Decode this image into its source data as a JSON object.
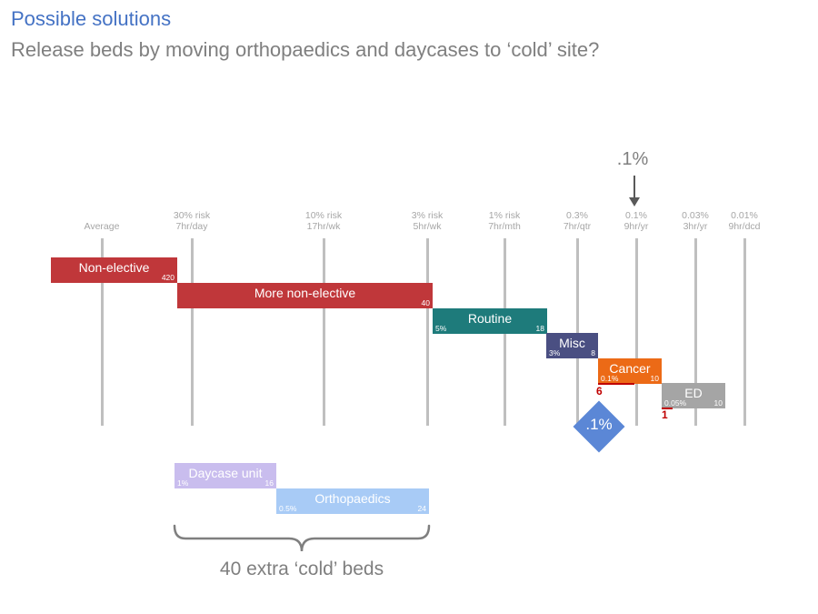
{
  "header": {
    "title": "Possible solutions",
    "subtitle": "Release beds by moving orthopaedics and daycases to ‘cold’ site?"
  },
  "columns": [
    {
      "line1": "",
      "line2": "Average"
    },
    {
      "line1": "30% risk",
      "line2": "7hr/day"
    },
    {
      "line1": "10% risk",
      "line2": "17hr/wk"
    },
    {
      "line1": "3% risk",
      "line2": "5hr/wk"
    },
    {
      "line1": "1% risk",
      "line2": "7hr/mth"
    },
    {
      "line1": "0.3%",
      "line2": "7hr/qtr"
    },
    {
      "line1": "0.1%",
      "line2": "9hr/yr"
    },
    {
      "line1": "0.03%",
      "line2": "3hr/yr"
    },
    {
      "line1": "0.01%",
      "line2": "9hr/dcd"
    }
  ],
  "bars": {
    "non_elective": {
      "name": "Non-elective",
      "pct": "",
      "value": "420",
      "color": "#c0373a"
    },
    "more_non_elective": {
      "name": "More non-elective",
      "pct": "",
      "value": "40",
      "color": "#c0373a"
    },
    "routine": {
      "name": "Routine",
      "pct": "5%",
      "value": "18",
      "color": "#1e7b7b"
    },
    "misc": {
      "name": "Misc",
      "pct": "3%",
      "value": "8",
      "color": "#4a4f82"
    },
    "cancer": {
      "name": "Cancer",
      "pct": "0.1%",
      "value": "10",
      "color": "#ec6a16"
    },
    "ed": {
      "name": "ED",
      "pct": "0.05%",
      "value": "10",
      "color": "#a5a5a5"
    },
    "daycase": {
      "name": "Daycase unit",
      "pct": "1%",
      "value": "16",
      "color": "#c9bdee"
    },
    "orthopaedics": {
      "name": "Orthopaedics",
      "pct": "0.5%",
      "value": "24",
      "color": "#a8cbf6"
    }
  },
  "annotations": {
    "cancer_under": "6",
    "ed_under": "1",
    "diamond": ".1%",
    "marker": ".1%",
    "cold_beds": "40 extra ‘cold’ beds"
  },
  "colors": {
    "accent": "#4472C4",
    "marker_red": "#c00000",
    "diamond": "#5b87d6"
  }
}
